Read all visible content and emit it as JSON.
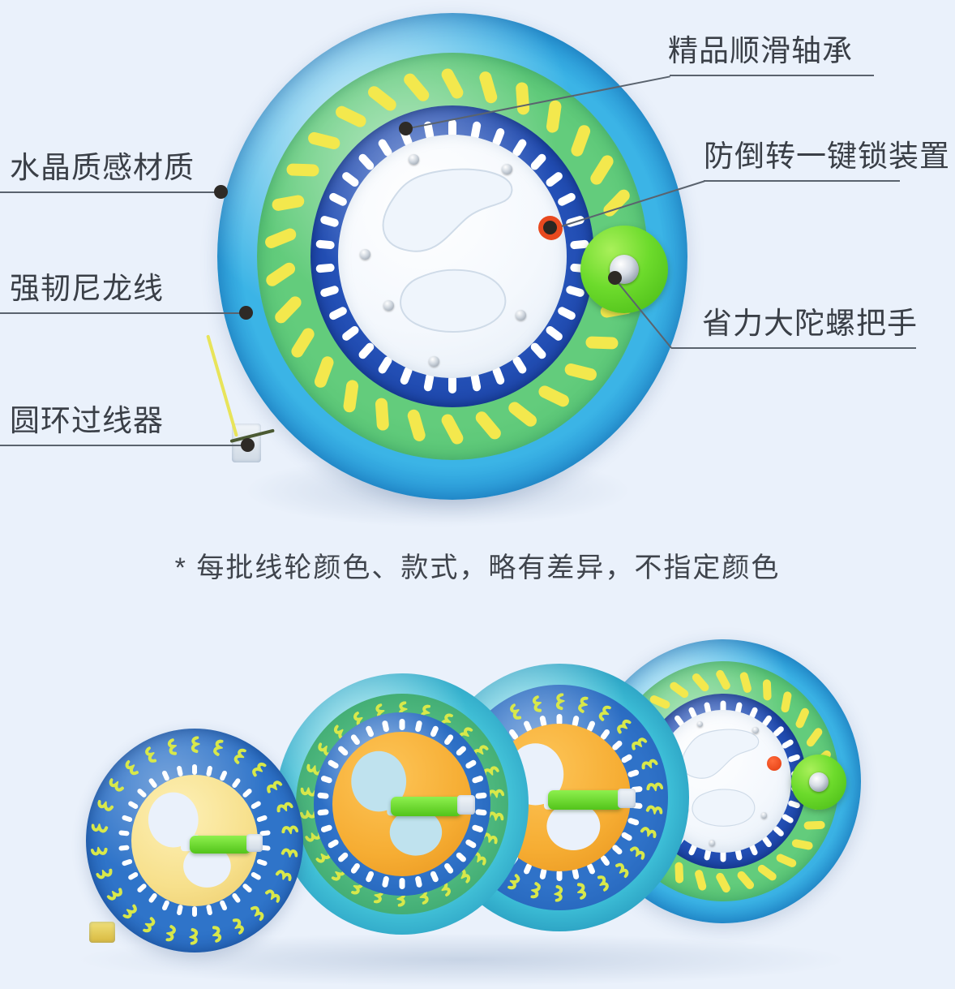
{
  "background_color": "#eaf1fb",
  "text_color": "#3a3f47",
  "hero": {
    "callouts": [
      {
        "id": "crystal-material",
        "text": "水晶质感材质",
        "side": "left"
      },
      {
        "id": "nylon-line",
        "text": "强韧尼龙线",
        "side": "left"
      },
      {
        "id": "ring-line-guide",
        "text": "圆环过线器",
        "side": "left"
      },
      {
        "id": "smooth-bearing",
        "text": "精品顺滑轴承",
        "side": "right"
      },
      {
        "id": "anti-reverse-lock",
        "text": "防倒转一键锁装置",
        "side": "right"
      },
      {
        "id": "gyro-handle",
        "text": "省力大陀螺把手",
        "side": "right"
      }
    ],
    "product_colors": {
      "crystal_rim": "#3bb4e6",
      "green_band": "#63cc7c",
      "yellow_dash": "#f5e84a",
      "navy_ring": "#1e4aa8",
      "hub_white": "#ffffff",
      "handle_green": "#5fd126",
      "lock_orange": "#e8491f"
    }
  },
  "caption": {
    "text": "* 每批线轮颜色、款式，略有差异，不指定颜色"
  },
  "variants": {
    "items": [
      {
        "id": "variant-blue-cream",
        "rim_color": "#2a6cc4",
        "hub_color": "#f7e08c",
        "mark": "s-wave",
        "handle": "bar-green"
      },
      {
        "id": "variant-teal-orange",
        "rim_color": "#3fc3d8",
        "hub_color": "#f6ad33",
        "mark": "s-wave",
        "handle": "bar-green"
      },
      {
        "id": "variant-blue-orange",
        "rim_color": "#2f72c8",
        "hub_color": "#f6ad33",
        "mark": "s-wave",
        "handle": "bar-green"
      },
      {
        "id": "variant-green-white",
        "rim_color": "#63cc7c",
        "hub_color": "#ffffff",
        "mark": "slash",
        "handle": "knob-green"
      }
    ]
  }
}
